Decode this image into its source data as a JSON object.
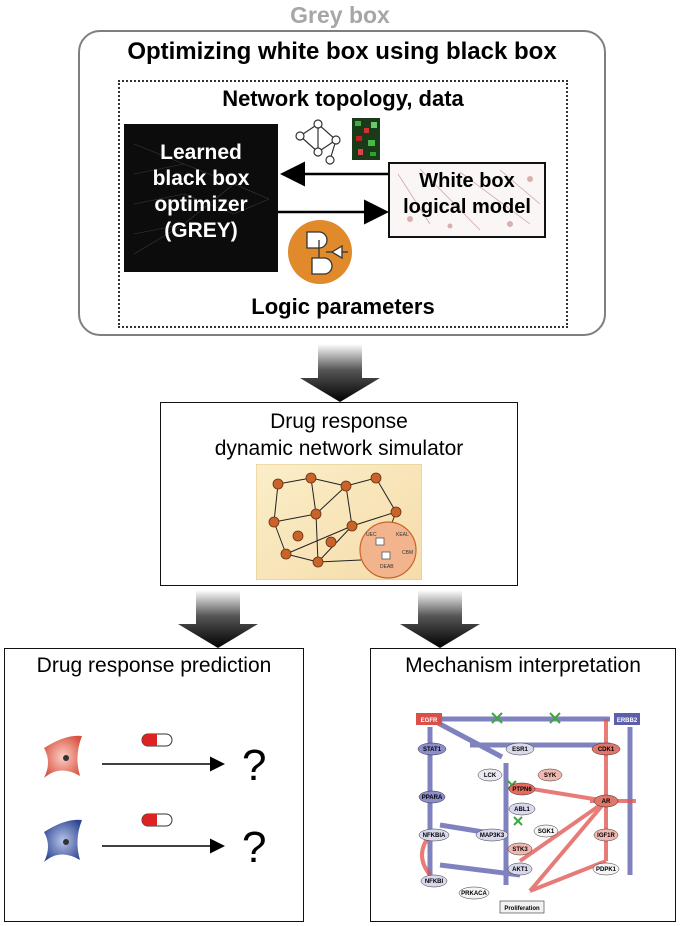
{
  "grey_box": {
    "label": "Grey box",
    "title": "Optimizing white box using black box"
  },
  "inner": {
    "topology_label": "Network topology, data",
    "logic_label": "Logic parameters",
    "black_box_lines": [
      "Learned",
      "black box",
      "optimizer",
      "(GREY)"
    ],
    "white_box_lines": [
      "White box",
      "logical model"
    ]
  },
  "simulator": {
    "title_lines": [
      "Drug response",
      "dynamic network simulator"
    ],
    "inset_labels": [
      "UEC",
      "KEAL",
      "CBM",
      "DEAB"
    ]
  },
  "prediction": {
    "title": "Drug response prediction",
    "question_marks": [
      "?",
      "?"
    ]
  },
  "mechanism": {
    "title": "Mechanism interpretation",
    "nodes": [
      "EGFR",
      "ERBB2",
      "STAT1",
      "ESR1",
      "CDK1",
      "LCK",
      "SYK",
      "PTPN6",
      "PPARA",
      "ABL1",
      "AR",
      "NFKBIA",
      "MAP3K3",
      "SGK1",
      "IGF1R",
      "STK3",
      "NFKBI",
      "AKT1",
      "PDPK1",
      "PRKACA",
      "Proliferation"
    ]
  },
  "colors": {
    "grey_label": "#a6a6a6",
    "orange_node": "#c8642a",
    "cell_red": "#e0695a",
    "cell_blue": "#3c5aa6",
    "path_blue": "#5d5fa8",
    "path_red": "#e0504a"
  }
}
